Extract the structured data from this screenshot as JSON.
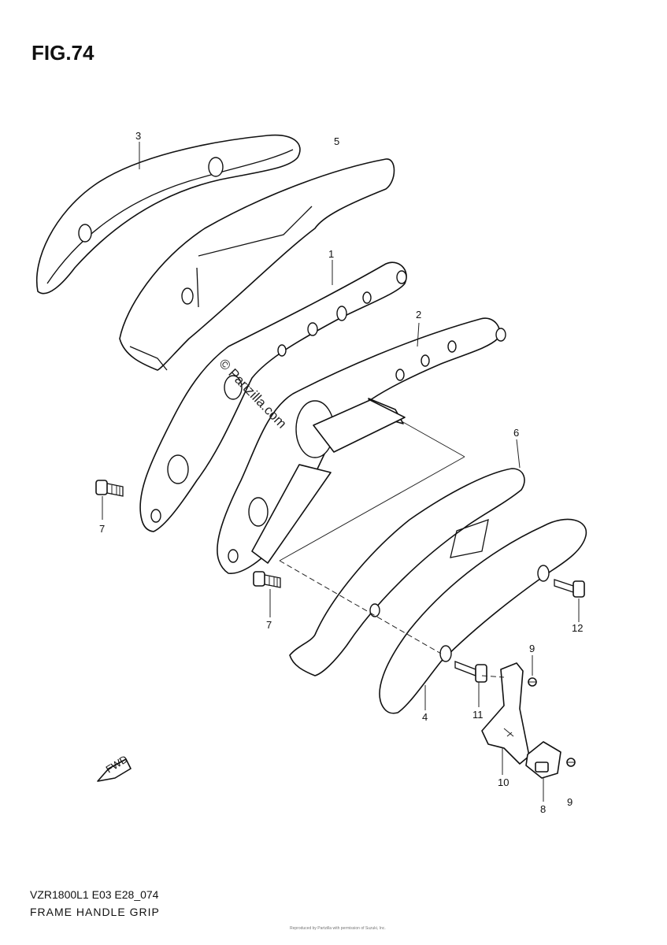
{
  "figure": {
    "title": "FIG.74",
    "model_code": "VZR1800L1 E03 E28_074",
    "part_group_name": "FRAME HANDLE GRIP",
    "watermark": "© Partzilla.com",
    "fwd_arrow_text": "FWD",
    "credit_text": "Reproduced by Partzilla with permission of Suzuki, Inc."
  },
  "callouts": {
    "c1": "1",
    "c2": "2",
    "c3": "3",
    "c4": "4",
    "c5": "5",
    "c6": "6",
    "c7a": "7",
    "c7b": "7",
    "c8": "8",
    "c9a": "9",
    "c9b": "9",
    "c10": "10",
    "c11": "11",
    "c12": "12"
  }
}
